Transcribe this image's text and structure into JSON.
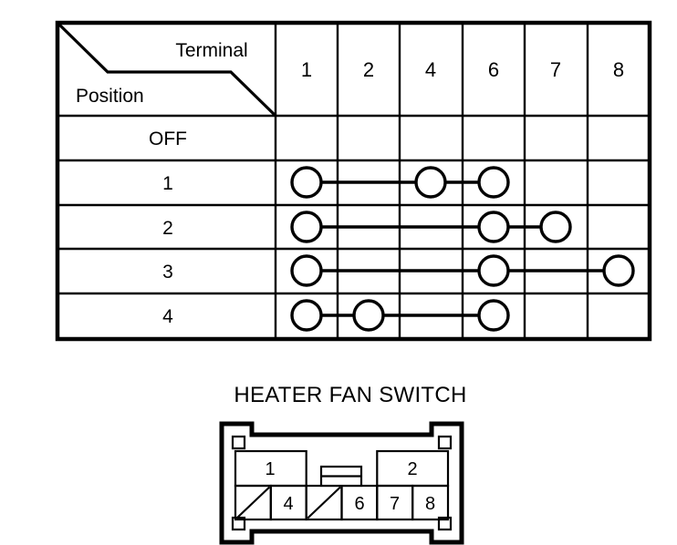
{
  "diagram": {
    "title": "HEATER FAN SWITCH",
    "table": {
      "corner": {
        "top_label": "Terminal",
        "bottom_label": "Position"
      },
      "terminal_columns": [
        "1",
        "2",
        "4",
        "6",
        "7",
        "8"
      ],
      "row_labels": [
        "OFF",
        "1",
        "2",
        "3",
        "4"
      ],
      "rows": [
        {
          "position": "OFF",
          "connected_terminals": []
        },
        {
          "position": "1",
          "connected_terminals": [
            "1",
            "4",
            "6"
          ]
        },
        {
          "position": "2",
          "connected_terminals": [
            "1",
            "6",
            "7"
          ]
        },
        {
          "position": "3",
          "connected_terminals": [
            "1",
            "6",
            "8"
          ]
        },
        {
          "position": "4",
          "connected_terminals": [
            "1",
            "2",
            "6"
          ]
        }
      ]
    },
    "connector": {
      "top_row": [
        {
          "label": "1",
          "span": 2
        },
        {
          "label": "",
          "span": 2,
          "type": "latch-tab"
        },
        {
          "label": "2",
          "span": 2
        }
      ],
      "bottom_row": [
        {
          "label": "",
          "blank": true
        },
        {
          "label": "4",
          "blank": false
        },
        {
          "label": "",
          "blank": true
        },
        {
          "label": "6",
          "blank": false
        },
        {
          "label": "7",
          "blank": false
        },
        {
          "label": "8",
          "blank": false
        }
      ]
    },
    "colors": {
      "line": "#000000",
      "background": "#ffffff"
    }
  }
}
